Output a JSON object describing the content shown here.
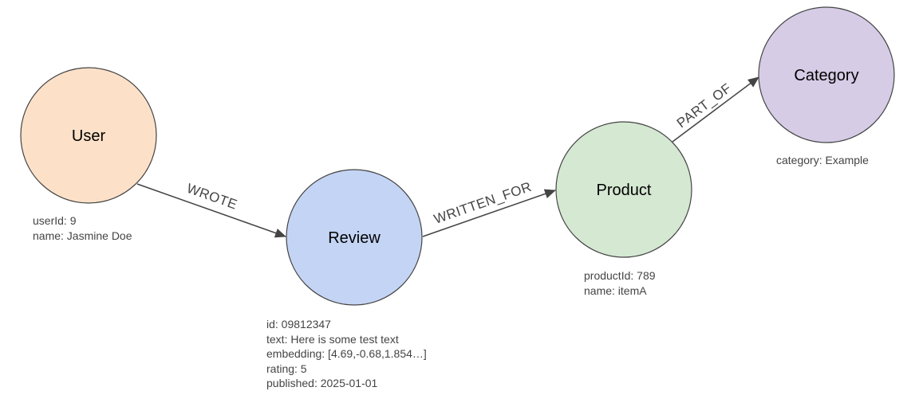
{
  "colors": {
    "user": "#fce1c8",
    "review": "#c4d4f4",
    "product": "#d4e8d2",
    "category": "#d6cce6",
    "stroke": "#444444",
    "text": "#444444"
  },
  "nodes": {
    "user": {
      "label": "User",
      "props": [
        "userId: 9",
        "name: Jasmine Doe"
      ]
    },
    "review": {
      "label": "Review",
      "props": [
        "id: 09812347",
        "text: Here is some test text",
        "embedding: [4.69,-0.68,1.854…]",
        "rating: 5",
        "published: 2025-01-01"
      ]
    },
    "product": {
      "label": "Product",
      "props": [
        "productId: 789",
        "name: itemA"
      ]
    },
    "category": {
      "label": "Category",
      "props": [
        "category: Example"
      ]
    }
  },
  "edges": {
    "wrote": {
      "label": "WROTE",
      "from": "User",
      "to": "Review"
    },
    "written_for": {
      "label": "WRITTEN_FOR",
      "from": "Review",
      "to": "Product"
    },
    "part_of": {
      "label": "PART_OF",
      "from": "Product",
      "to": "Category"
    }
  }
}
